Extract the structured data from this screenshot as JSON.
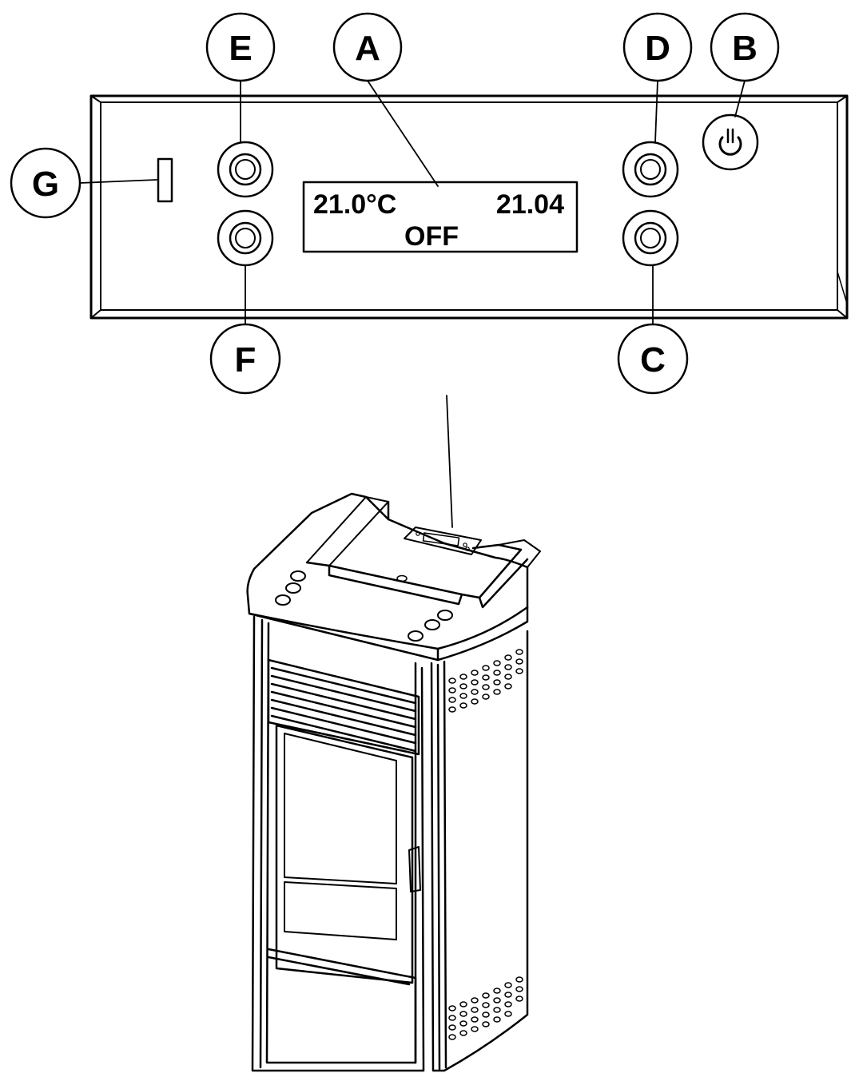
{
  "callouts": {
    "A": "A",
    "B": "B",
    "C": "C",
    "D": "D",
    "E": "E",
    "F": "F",
    "G": "G"
  },
  "display": {
    "temperature": "21.0°C",
    "time": "21.04",
    "status": "OFF"
  },
  "icons": {
    "power_button": "power-icon",
    "control_buttons": "round-button-icon"
  },
  "colors": {
    "line": "#000000",
    "background": "#ffffff"
  }
}
